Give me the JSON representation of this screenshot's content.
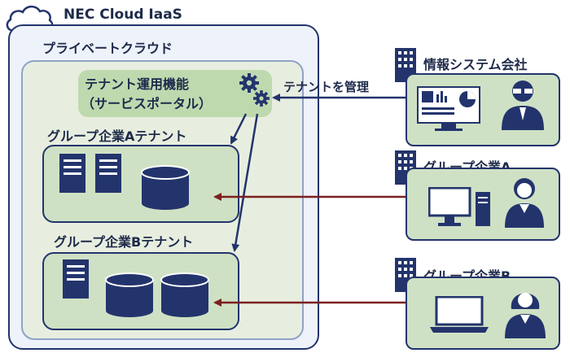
{
  "cloud": {
    "title": "NEC Cloud IaaS",
    "private_label": "プライベートクラウド"
  },
  "function_box": {
    "line1": "テナント運用機能",
    "line2": "（サービスポータル）"
  },
  "tenant_a": {
    "label": "グループ企業Aテナント"
  },
  "tenant_b": {
    "label": "グループ企業Bテナント"
  },
  "arrow_label": "テナントを管理",
  "companies": [
    {
      "label": "情報システム会社"
    },
    {
      "label": "グループ企業A"
    },
    {
      "label": "グループ企業B"
    }
  ],
  "colors": {
    "navy": "#23346d",
    "green_box": "#cfe1c4",
    "private_bg": "#e8eedf",
    "red_arrow": "#7b1f1f"
  }
}
